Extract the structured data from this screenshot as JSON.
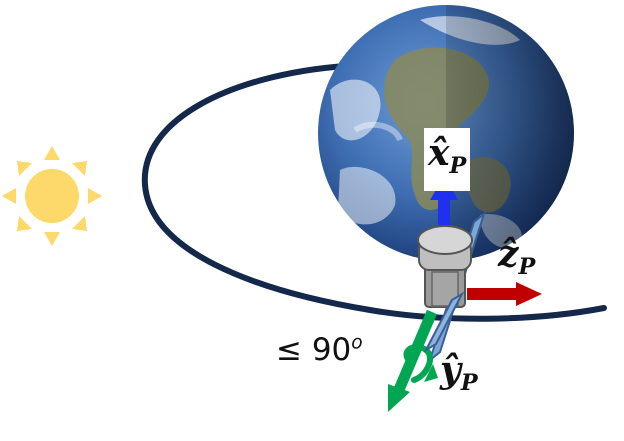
{
  "labels": {
    "x_axis": "x̂",
    "x_sub": "P",
    "y_axis": "ŷ",
    "y_sub": "P",
    "z_axis": "ẑ",
    "z_sub": "P",
    "angle_text": "≤ 90",
    "angle_sup": "o"
  },
  "colors": {
    "orbit": "#14284b",
    "sun": "#fdd86a",
    "x_arrow": "#1e30f0",
    "y_arrow": "#00a651",
    "z_arrow": "#c00000",
    "satellite_body": "#b3b3b3",
    "panel": "#7ea7d8"
  },
  "icons": {
    "sun": "sun-icon",
    "earth": "earth-globe",
    "satellite": "satellite-icon"
  }
}
